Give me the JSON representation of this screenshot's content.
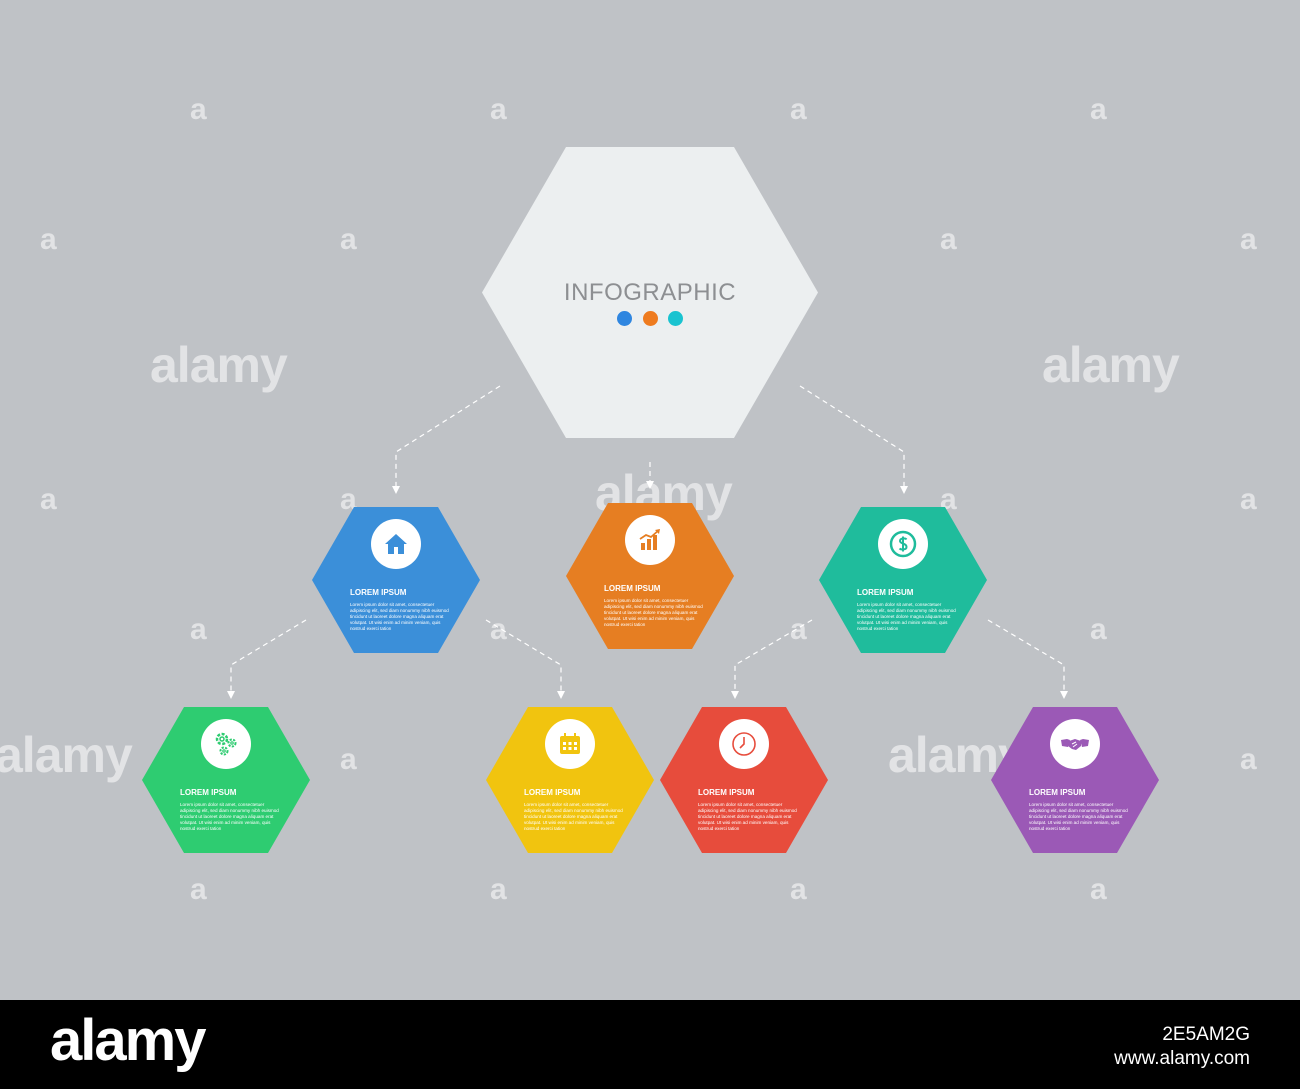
{
  "center": {
    "title": "INFOGRAPHIC",
    "dot_colors": [
      "#2f86e0",
      "#ee7b1f",
      "#19c3d0"
    ]
  },
  "cards": [
    {
      "title": "LOREM IPSUM",
      "body": "Lorem ipsum dolor sit amet, consectetuer adipiscing elit, sed diam nonummy nibh euismod tincidunt ut laoreet dolore magna aliquam erat volutpat. Ut wisi enim ad minim veniam, quis nostrud exerci tation",
      "color": "#3b8fd9",
      "icon": "house-icon"
    },
    {
      "title": "LOREM IPSUM",
      "body": "Lorem ipsum dolor sit amet, consectetuer adipiscing elit, sed diam nonummy nibh euismod tincidunt ut laoreet dolore magna aliquam erat volutpat. Ut wisi enim ad minim veniam, quis nostrud exerci tation",
      "color": "#e67e22",
      "icon": "growth-chart-icon"
    },
    {
      "title": "LOREM IPSUM",
      "body": "Lorem ipsum dolor sit amet, consectetuer adipiscing elit, sed diam nonummy nibh euismod tincidunt ut laoreet dolore magna aliquam erat volutpat. Ut wisi enim ad minim veniam, quis nostrud exerci tation",
      "color": "#1fbc9c",
      "icon": "dollar-coin-icon"
    },
    {
      "title": "LOREM IPSUM",
      "body": "Lorem ipsum dolor sit amet, consectetuer adipiscing elit, sed diam nonummy nibh euismod tincidunt ut laoreet dolore magna aliquam erat volutpat. Ut wisi enim ad minim veniam, quis nostrud exerci tation",
      "color": "#2ecc71",
      "icon": "gears-icon"
    },
    {
      "title": "LOREM IPSUM",
      "body": "Lorem ipsum dolor sit amet, consectetuer adipiscing elit, sed diam nonummy nibh euismod tincidunt ut laoreet dolore magna aliquam erat volutpat. Ut wisi enim ad minim veniam, quis nostrud exerci tation",
      "color": "#f1c40f",
      "icon": "calendar-icon"
    },
    {
      "title": "LOREM IPSUM",
      "body": "Lorem ipsum dolor sit amet, consectetuer adipiscing elit, sed diam nonummy nibh euismod tincidunt ut laoreet dolore magna aliquam erat volutpat. Ut wisi enim ad minim veniam, quis nostrud exerci tation",
      "color": "#e74c3c",
      "icon": "clock-icon"
    },
    {
      "title": "LOREM IPSUM",
      "body": "Lorem ipsum dolor sit amet, consectetuer adipiscing elit, sed diam nonummy nibh euismod tincidunt ut laoreet dolore magna aliquam erat volutpat. Ut wisi enim ad minim veniam, quis nostrud exerci tation",
      "color": "#9b59b6",
      "icon": "handshake-icon"
    }
  ],
  "watermark": {
    "text": "alamy",
    "glyph": "a"
  },
  "footer": {
    "logo": "alamy",
    "image_id": "2E5AM2G",
    "site": "www.alamy.com"
  }
}
